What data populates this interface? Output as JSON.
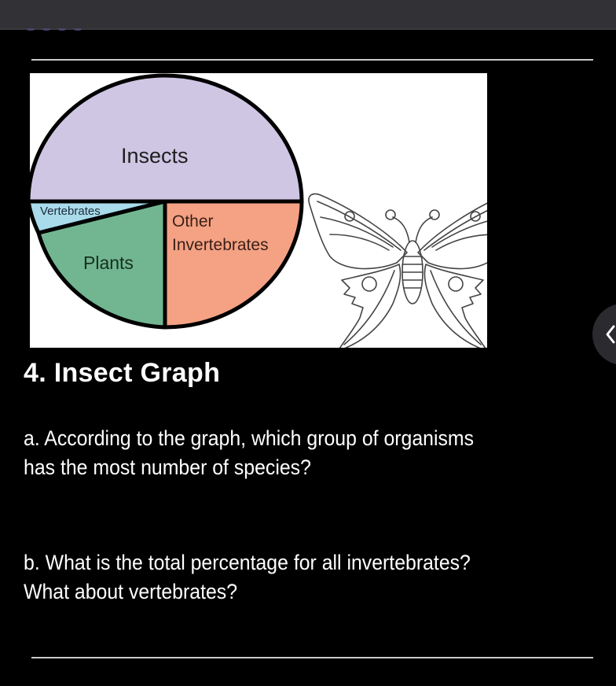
{
  "header": {
    "bar_color": "#313136"
  },
  "figure": {
    "labels": {
      "insects": "Insects",
      "vertebrates": "Vertebrates",
      "other_invertebrates_line1": "Other",
      "other_invertebrates_line2": "Invertebrates",
      "plants": "Plants"
    },
    "side_image": "butterfly-outline"
  },
  "question": {
    "title": "4.  Insect Graph",
    "a_line1": "a. According to the graph, which group of organisms",
    "a_line2": "has the most number of species?",
    "b_line1": "b. What is the total percentage for all invertebrates?",
    "b_line2": "What about vertebrates?"
  },
  "nav": {
    "arrow_icon": "chevron-left-icon"
  },
  "chart_data": {
    "type": "pie",
    "title": "",
    "categories": [
      "Insects",
      "Other Invertebrates",
      "Plants",
      "Vertebrates"
    ],
    "values": [
      50,
      25,
      21,
      4
    ],
    "colors": [
      "#cfc6e4",
      "#f4a283",
      "#72b691",
      "#a9dbea"
    ],
    "unit": "%",
    "labels_inside": true,
    "legend": "none",
    "note": "values estimated from slice angles; no numeric labels shown"
  }
}
